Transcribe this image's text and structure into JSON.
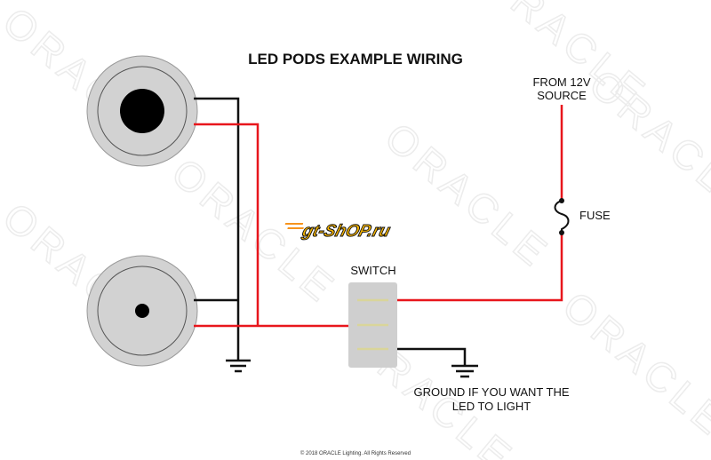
{
  "title": "LED PODS EXAMPLE WIRING",
  "source_label": [
    "FROM 12V",
    "SOURCE"
  ],
  "fuse_label": "FUSE",
  "switch_label": "SWITCH",
  "ground_label": [
    "GROUND IF YOU WANT THE",
    "LED TO LIGHT"
  ],
  "logo_text": "gt-ShOP.ru",
  "watermark_text": "ORACLE",
  "copyright": "© 2018 ORACLE Lighting. All Rights Reserved",
  "colors": {
    "power": "#e8161c",
    "ground": "#111111",
    "pod": "#d2d2d2",
    "switch": "#cfcfcf",
    "terminal": "#d9d59a"
  }
}
